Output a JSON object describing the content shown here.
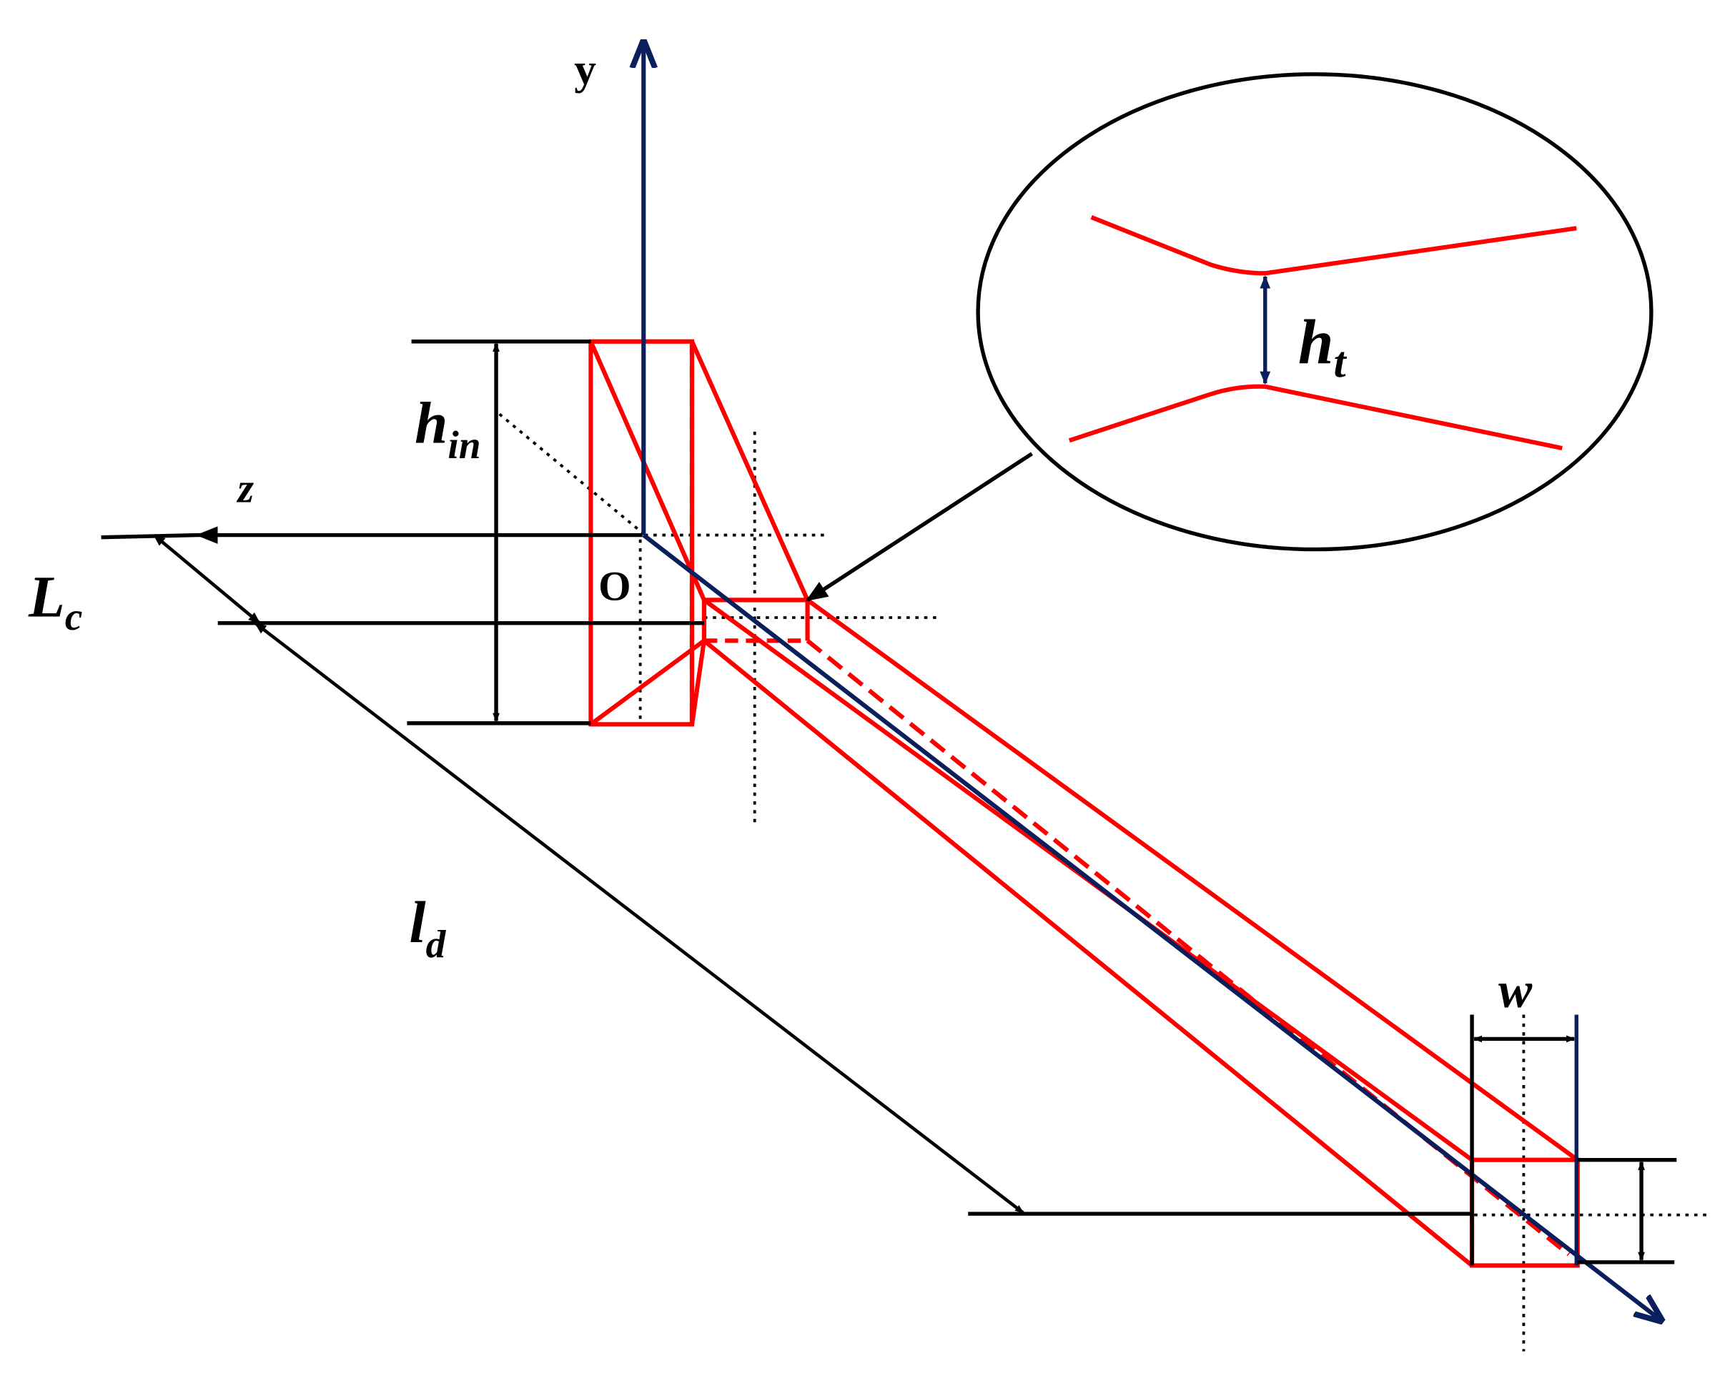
{
  "labels": {
    "y_axis": "y",
    "z_axis": "z",
    "origin": "O",
    "h_in_main": "h",
    "h_in_sub": "in",
    "l_c_main": "L",
    "l_c_sub": "c",
    "l_d_main": "l",
    "l_d_sub": "d",
    "w": "w",
    "h_t_main": "h",
    "h_t_sub": "t"
  },
  "colors": {
    "channel": "#ff0000",
    "axis": "#0a1f5c",
    "dimension": "#000000",
    "background": "#ffffff"
  }
}
